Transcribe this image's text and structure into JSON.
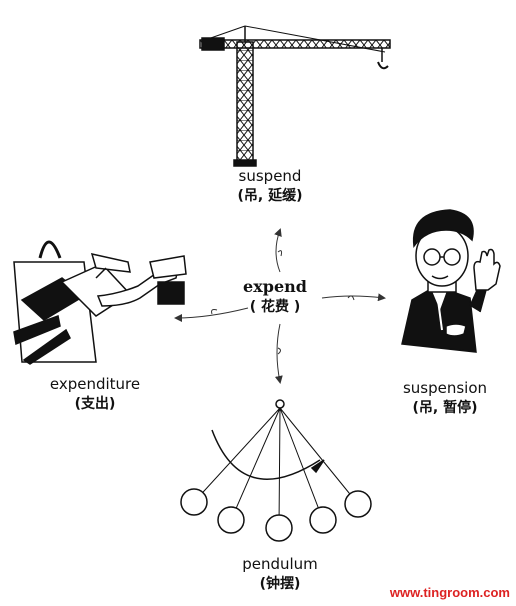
{
  "center": {
    "word": "expend",
    "meaning": "( 花费 )"
  },
  "nodes": {
    "top": {
      "word": "suspend",
      "meaning": "(吊, 延缓)"
    },
    "left": {
      "word": "expenditure",
      "meaning": "(支出)"
    },
    "right": {
      "word": "suspension",
      "meaning": "(吊, 暂停)"
    },
    "bottom": {
      "word": "pendulum",
      "meaning": "(钟摆)"
    }
  },
  "watermark": "www.tingroom.com",
  "icons": [
    "crane-icon",
    "shopping-bag-hands-icon",
    "man-raising-hand-icon",
    "pendulum-icon"
  ]
}
